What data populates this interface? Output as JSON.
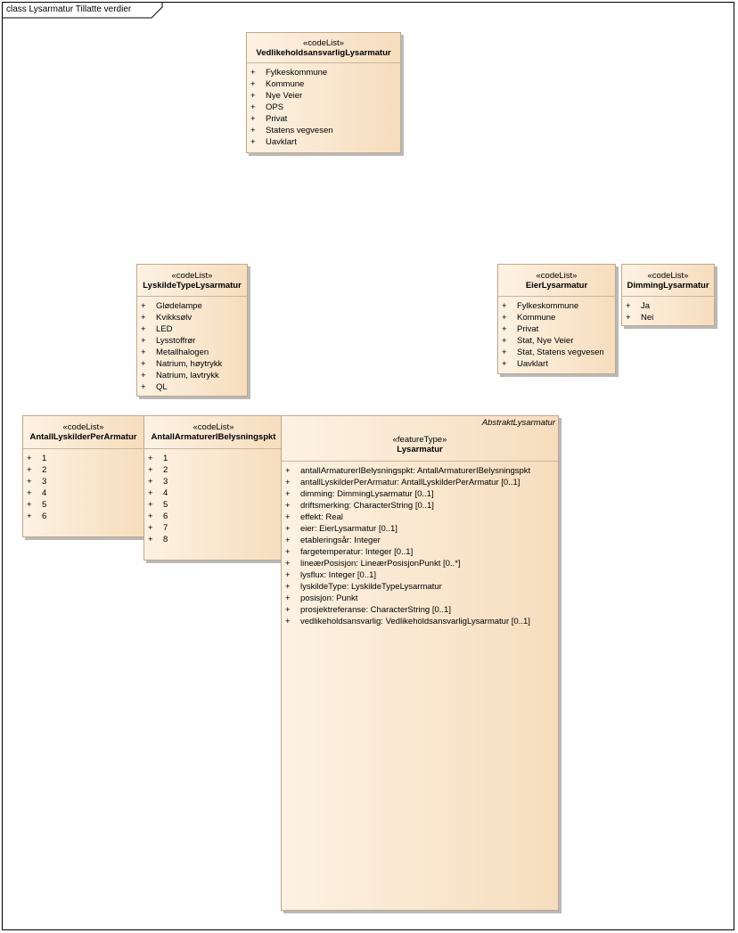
{
  "frame": {
    "title": "class Lysarmatur Tillatte verdier"
  },
  "classes": {
    "vedlikehold": {
      "stereotype": "«codeList»",
      "name": "VedlikeholdsansvarligLysarmatur",
      "values": [
        "Fylkeskommune",
        "Kommune",
        "Nye Veier",
        "OPS",
        "Privat",
        "Statens vegvesen",
        "Uavklart"
      ]
    },
    "lyskildetype": {
      "stereotype": "«codeList»",
      "name": "LyskildeTypeLysarmatur",
      "values": [
        "Glødelampe",
        "Kvikksølv",
        "LED",
        "Lysstoffrør",
        "Metallhalogen",
        "Natrium, høytrykk",
        "Natrium, lavtrykk",
        "QL"
      ]
    },
    "eier": {
      "stereotype": "«codeList»",
      "name": "EierLysarmatur",
      "values": [
        "Fylkeskommune",
        "Kommune",
        "Privat",
        "Stat, Nye Veier",
        "Stat, Statens vegvesen",
        "Uavklart"
      ]
    },
    "dimming": {
      "stereotype": "«codeList»",
      "name": "DimmingLysarmatur",
      "values": [
        "Ja",
        "Nei"
      ]
    },
    "antallLyskilder": {
      "stereotype": "«codeList»",
      "name": "AntallLyskilderPerArmatur",
      "values": [
        "1",
        "2",
        "3",
        "4",
        "5",
        "6"
      ]
    },
    "antallArmaturer": {
      "stereotype": "«codeList»",
      "name": "AntallArmaturerIBelysningspkt",
      "values": [
        "1",
        "2",
        "3",
        "4",
        "5",
        "6",
        "7",
        "8"
      ]
    },
    "lysarmatur": {
      "abstract": "AbstraktLysarmatur",
      "stereotype": "«featureType»",
      "name": "Lysarmatur",
      "values": [
        "antallArmaturerIBelysningspkt: AntallArmaturerIBelysningspkt",
        "antallLyskilderPerArmatur: AntallLyskilderPerArmatur [0..1]",
        "dimming: DimmingLysarmatur [0..1]",
        "driftsmerking: CharacterString [0..1]",
        "effekt: Real",
        "eier: EierLysarmatur [0..1]",
        "etableringsår: Integer",
        "fargetemperatur: Integer [0..1]",
        "lineærPosisjon: LineærPosisjonPunkt [0..*]",
        "lysflux: Integer [0..1]",
        "lyskildeType: LyskildeTypeLysarmatur",
        "posisjon: Punkt",
        "prosjektreferanse: CharacterString [0..1]",
        "vedlikeholdsansvarlig: VedlikeholdsansvarligLysarmatur [0..1]"
      ]
    }
  },
  "visibility_marker": "+"
}
